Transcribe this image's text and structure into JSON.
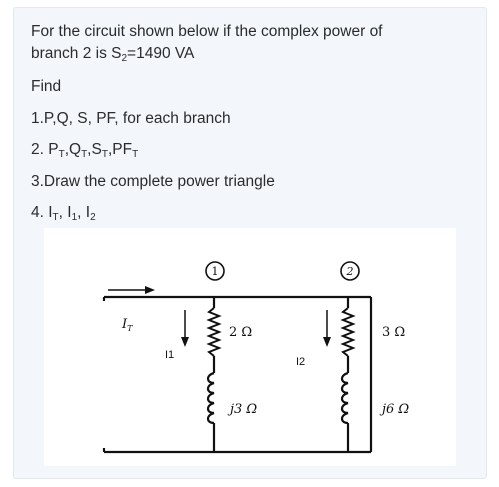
{
  "question": {
    "line1": "For the circuit shown below if the complex power of",
    "line2_pre": "branch 2 is S",
    "line2_sub": "2",
    "line2_post": "=1490 VA",
    "find": "Find",
    "item1": "1.P,Q, S, PF, for each branch",
    "item2_prefix": "2. P",
    "item2_sub_a": "T",
    "item2_q": ",Q",
    "item2_sub_b": "T",
    "item2_s": ",S",
    "item2_sub_c": "T",
    "item2_pf": ",PF",
    "item2_sub_d": "T",
    "item3": "3.Draw the complete power triangle",
    "item4_prefix": "4. I",
    "item4_sub_a": "T",
    "item4_mid1": ", I",
    "item4_sub_b": "1",
    "item4_mid2": ", I",
    "item4_sub_c": "2"
  },
  "circuit": {
    "node1": "1",
    "node2": "2",
    "it_main": "I",
    "it_sub": "T",
    "i1": "I1",
    "i2": "I2",
    "r1": "2 Ω",
    "x1": "j3 Ω",
    "r2": "3 Ω",
    "x2": "j6 Ω"
  }
}
